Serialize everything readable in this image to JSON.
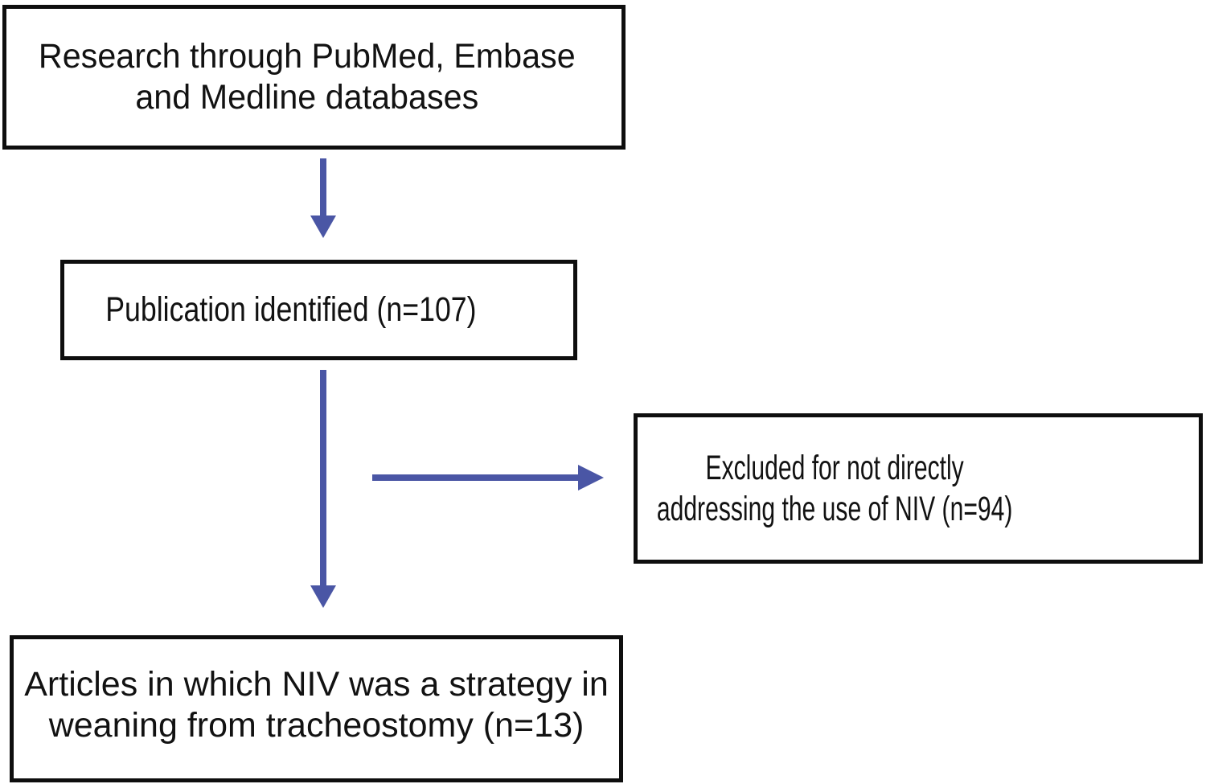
{
  "colors": {
    "arrow": "#4a56a5",
    "border": "#0e0e0e",
    "text": "#121212",
    "background": "#ffffff"
  },
  "flowchart": {
    "boxes": {
      "search": {
        "lines": [
          "Research through PubMed, Embase",
          "and Medline databases"
        ]
      },
      "identified": {
        "lines": [
          "Publication identified (n=107)"
        ],
        "n": 107
      },
      "excluded": {
        "lines": [
          "Excluded for not directly",
          "addressing the use of NIV (n=94)"
        ],
        "n": 94
      },
      "included": {
        "lines": [
          "Articles in which NIV was a strategy in",
          "weaning from tracheostomy (n=13)"
        ],
        "n": 13
      }
    }
  }
}
